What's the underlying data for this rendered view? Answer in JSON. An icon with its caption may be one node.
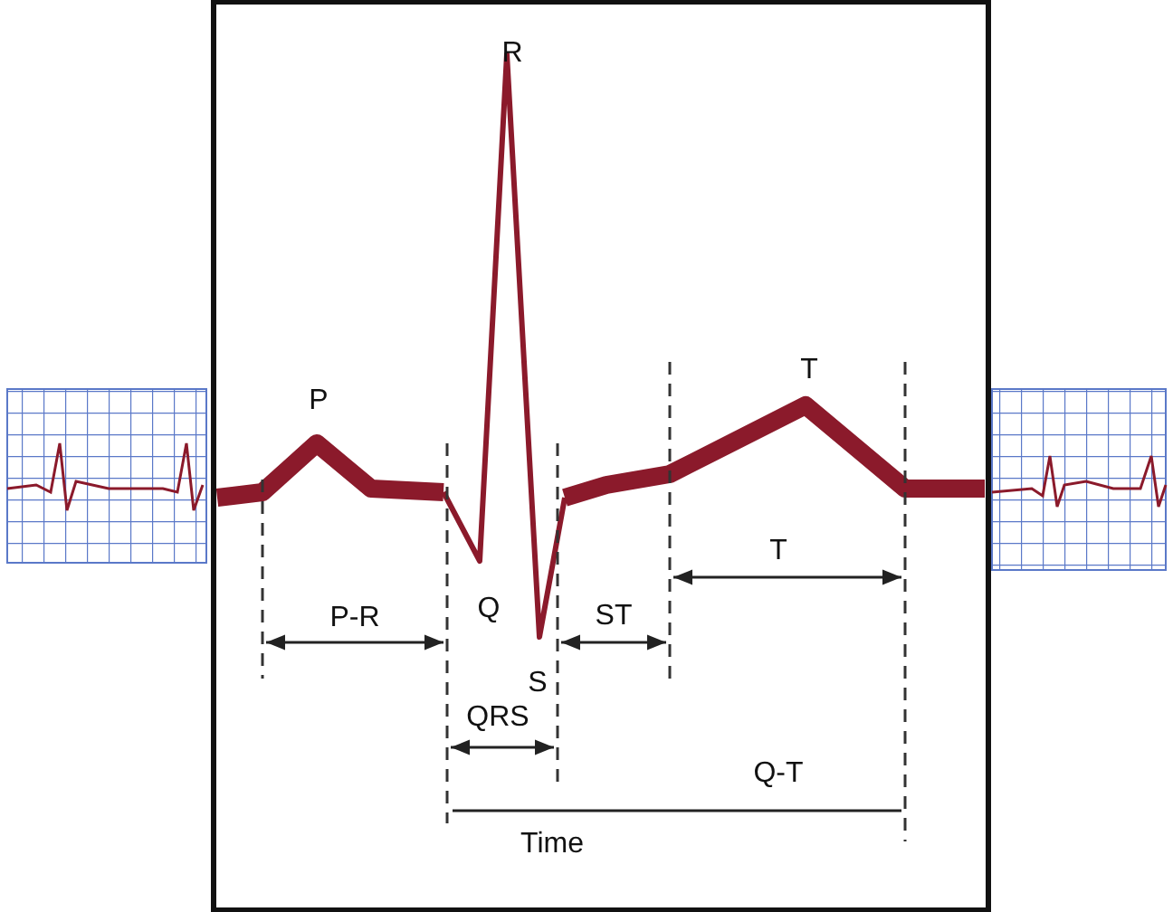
{
  "diagram": {
    "labels": [
      "R",
      "P",
      "T",
      "Q",
      "P-R",
      "ST",
      "T",
      "S",
      "QRS",
      "Q-T",
      "Time"
    ]
  }
}
